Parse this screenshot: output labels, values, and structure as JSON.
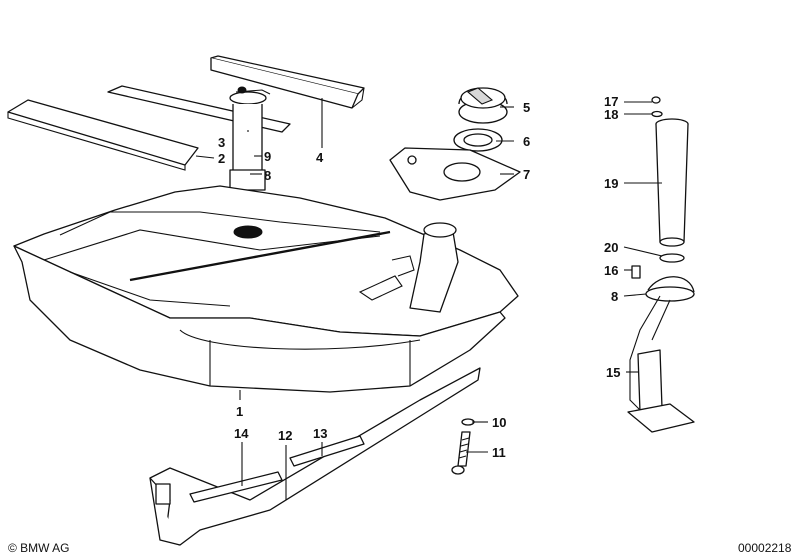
{
  "callouts": {
    "c1": "1",
    "c2": "2",
    "c3": "3",
    "c4": "4",
    "c5": "5",
    "c6": "6",
    "c7": "7",
    "c8a": "8",
    "c9": "9",
    "c10": "10",
    "c11": "11",
    "c12": "12",
    "c13": "13",
    "c14": "14",
    "c15": "15",
    "c16": "16",
    "c17": "17",
    "c18": "18",
    "c19": "19",
    "c20": "20",
    "c8b": "8"
  },
  "footer": {
    "copyright": "© BMW AG",
    "diagram_number": "00002218"
  }
}
